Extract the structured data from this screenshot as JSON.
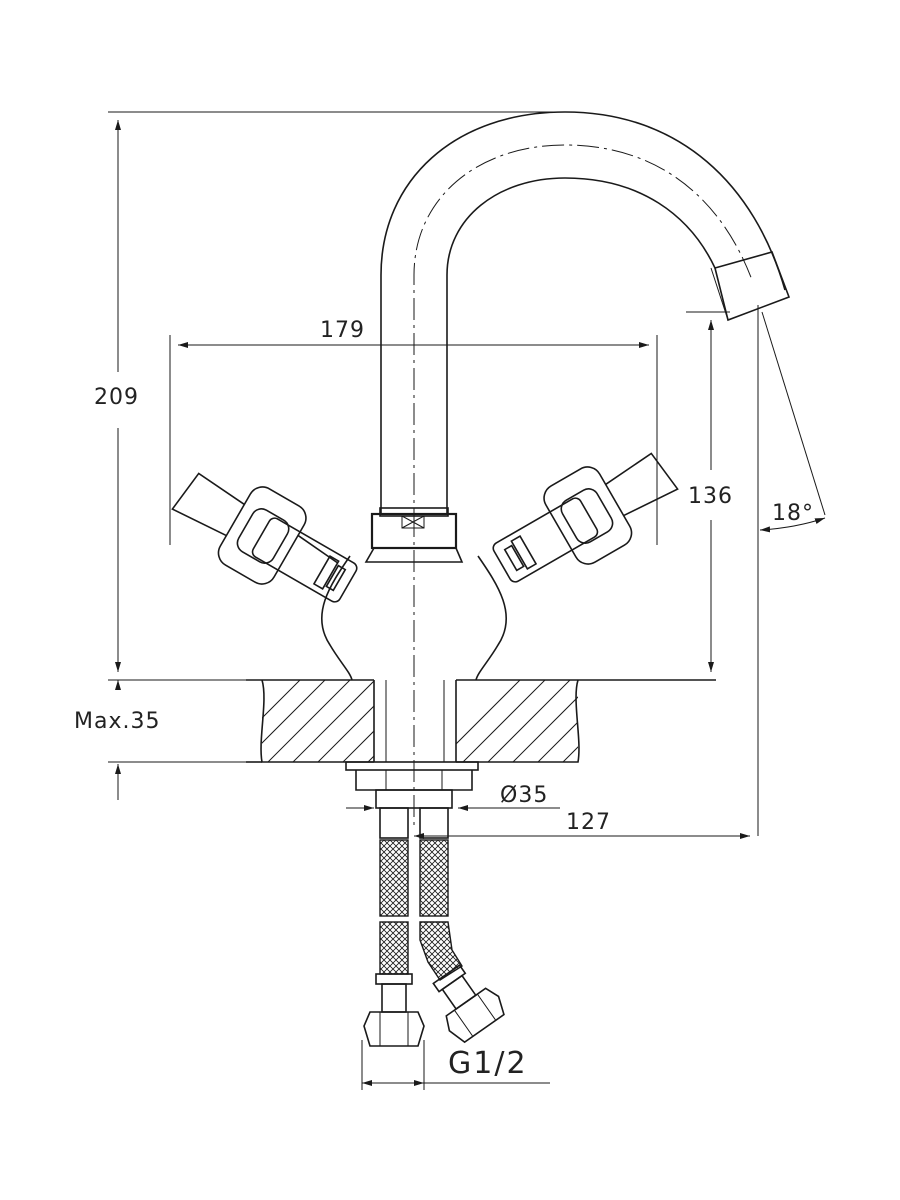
{
  "drawing": {
    "dimensions": {
      "height_total": "209",
      "width_handles": "179",
      "spout_height": "136",
      "spout_angle": "18°",
      "max_thickness": "Max.35",
      "hole_diameter": "Ø35",
      "spout_reach": "127",
      "thread": "G1/2"
    }
  }
}
